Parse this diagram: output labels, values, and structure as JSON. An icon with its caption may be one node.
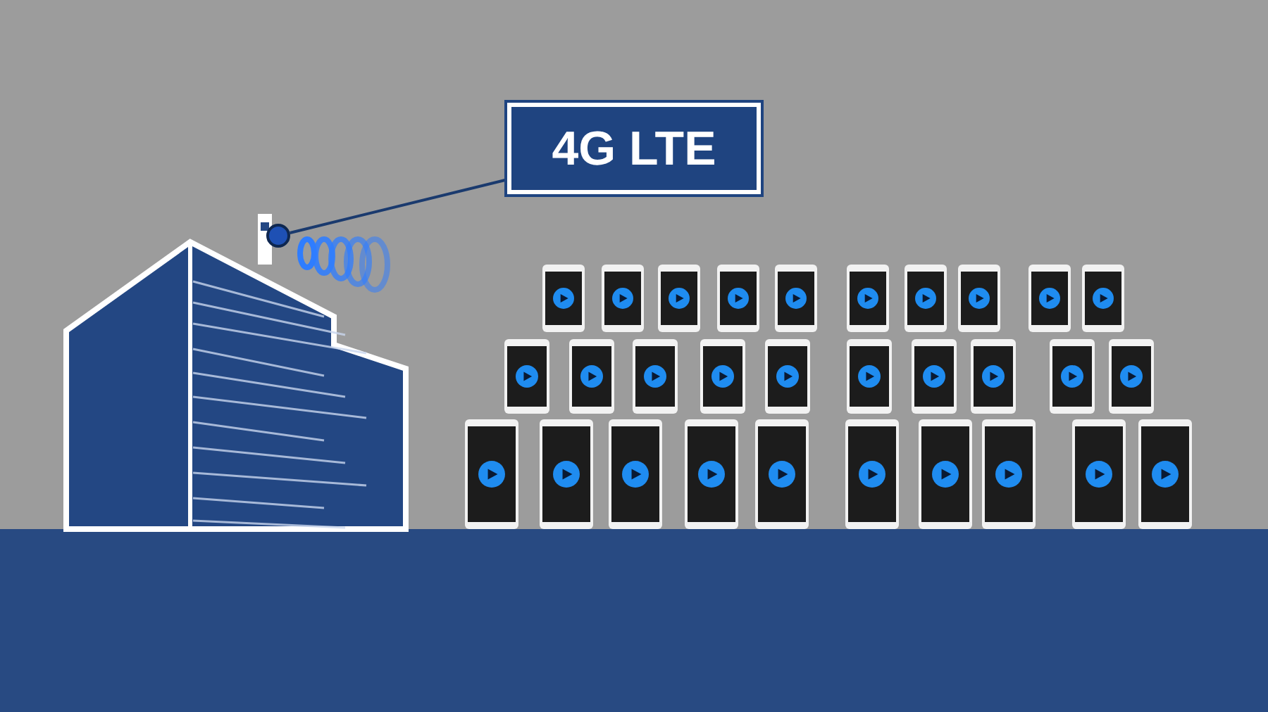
{
  "diagram": {
    "nodes": [
      {
        "text": [
          "4G LTE"
        ]
      },
      {
        "text": [],
        "shape": "circle"
      }
    ],
    "edges": [
      {
        "from": 0,
        "to": 1,
        "arrow": "none"
      }
    ]
  }
}
